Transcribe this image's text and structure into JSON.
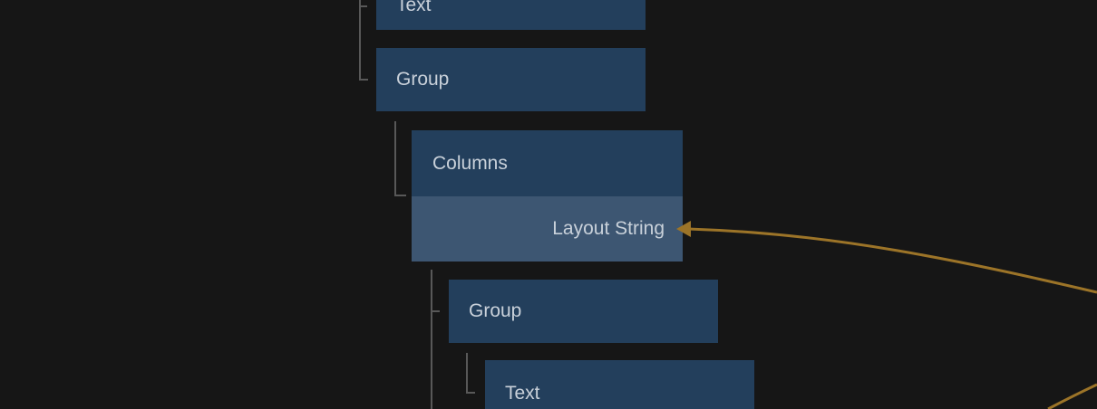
{
  "colors": {
    "background": "#161616",
    "node_fill": "#233F5C",
    "highlight_fill": "#3D5672",
    "label_text": "#C9D1DA",
    "tree_line": "#585858",
    "wire": "#9C7428"
  },
  "tree": {
    "nodes": [
      {
        "id": "text-top",
        "label": "Text",
        "highlighted": false,
        "clipped": "top"
      },
      {
        "id": "group-1",
        "label": "Group",
        "highlighted": false
      },
      {
        "id": "columns",
        "label": "Columns",
        "highlighted": false
      },
      {
        "id": "layout-string",
        "label": "Layout String",
        "highlighted": true,
        "wire_target": true
      },
      {
        "id": "group-2",
        "label": "Group",
        "highlighted": false
      },
      {
        "id": "text-bottom",
        "label": "Text",
        "highlighted": false,
        "clipped": "bottom"
      }
    ]
  },
  "wires": [
    {
      "id": "wire-to-layout-string",
      "enters_from": "right-offscreen",
      "ends_at": "layout-string-row",
      "has_arrowhead": true
    },
    {
      "id": "wire-bottom-right",
      "enters_from": "right-offscreen",
      "exits_at": "bottom-offscreen",
      "has_arrowhead": false
    }
  ]
}
